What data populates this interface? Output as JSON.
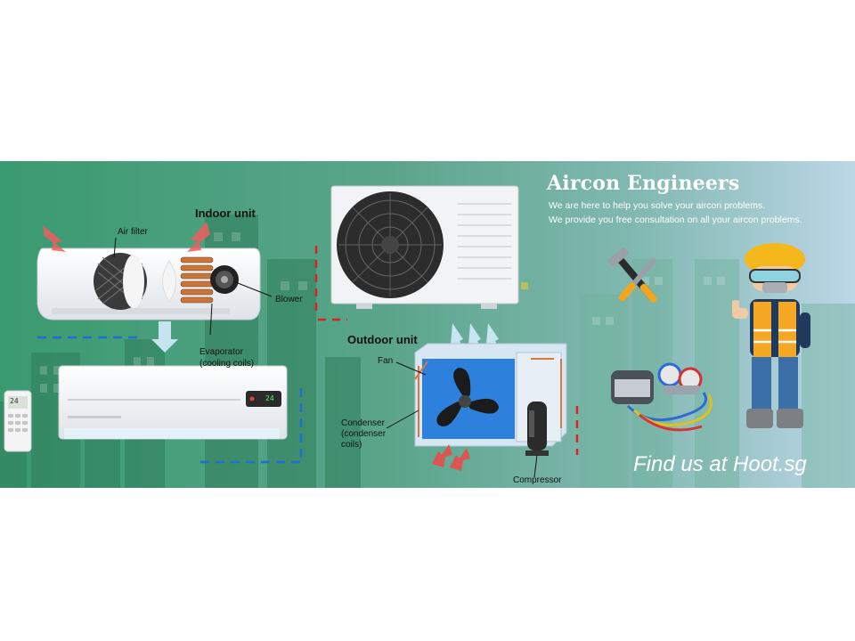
{
  "brand": {
    "title": "Aircon Engineers",
    "tagline_1": "We are here to help you solve your aircon problems.",
    "tagline_2": "We provide you free consultation on all your aircon problems."
  },
  "cta": "Find us at Hoot.sg",
  "indoor": {
    "heading": "Indoor unit",
    "air_filter": "Air filter",
    "blower": "Blower",
    "evaporator_1": "Evaporator",
    "evaporator_2": "(cooling coils)",
    "display_value": "24",
    "remote_value": "24"
  },
  "outdoor": {
    "heading": "Outdoor unit",
    "fan": "Fan",
    "condenser_1": "Condenser",
    "condenser_2": "(condenser",
    "condenser_3": "coils)",
    "compressor": "Compressor"
  },
  "colors": {
    "banner_left": "#3a9d72",
    "banner_right": "#a9cfd9",
    "building_dark": "#2f7f5e",
    "brand_text": "#ffffff",
    "vest": "#f5a623",
    "helmet": "#f5b81c"
  }
}
